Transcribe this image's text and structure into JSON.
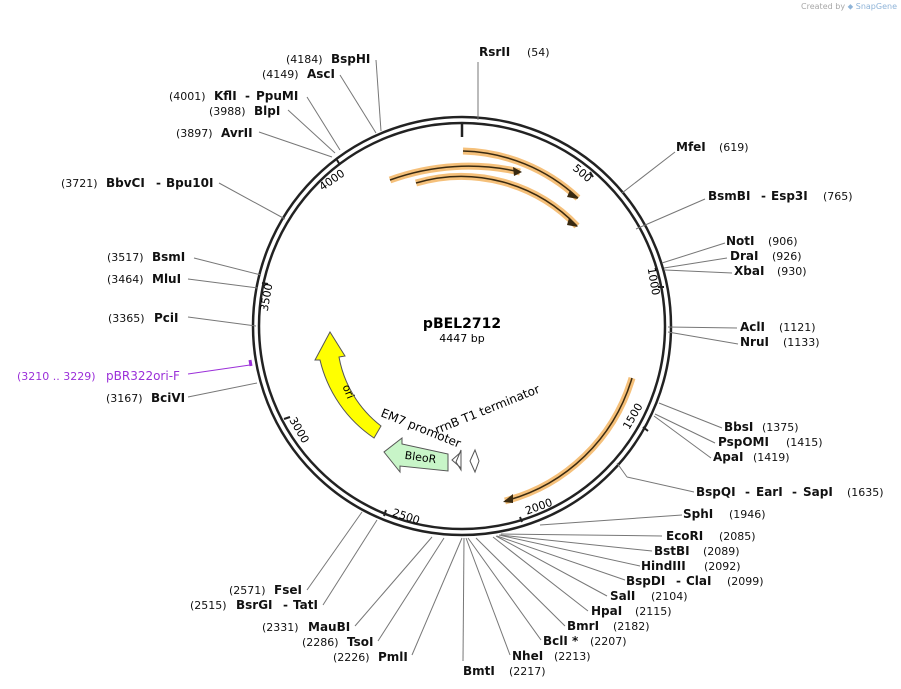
{
  "credit": {
    "prefix": "Created by",
    "brand": "SnapGene"
  },
  "plasmid": {
    "name": "pBEL2712",
    "length_label": "4447 bp",
    "length": 4447
  },
  "tick_labels": [
    "500",
    "1000",
    "1500",
    "2000",
    "2500",
    "3000",
    "3500",
    "4000"
  ],
  "colors": {
    "backbone": "#222222",
    "arrow_orange": "#f5c07a",
    "ori": "#ffff00",
    "bleor": "#c8f5c8",
    "primer": "#9b30d9",
    "text": "#111111"
  },
  "enzymes": [
    {
      "name": "RsrII",
      "pos": "(54)"
    },
    {
      "name": "MfeI",
      "pos": "(619)"
    },
    {
      "name": "BsmBI",
      "alt": "Esp3I",
      "pos": "(765)"
    },
    {
      "name": "NotI",
      "pos": "(906)"
    },
    {
      "name": "DraI",
      "pos": "(926)"
    },
    {
      "name": "XbaI",
      "pos": "(930)"
    },
    {
      "name": "AclI",
      "pos": "(1121)"
    },
    {
      "name": "NruI",
      "pos": "(1133)"
    },
    {
      "name": "BbsI",
      "pos": "(1375)"
    },
    {
      "name": "PspOMI",
      "pos": "(1415)"
    },
    {
      "name": "ApaI",
      "pos": "(1419)"
    },
    {
      "name": "BspQI",
      "alt": "EarI",
      "alt2": "SapI",
      "pos": "(1635)"
    },
    {
      "name": "SphI",
      "pos": "(1946)"
    },
    {
      "name": "EcoRI",
      "pos": "(2085)"
    },
    {
      "name": "BstBI",
      "pos": "(2089)"
    },
    {
      "name": "HindIII",
      "pos": "(2092)"
    },
    {
      "name": "BspDI",
      "alt": "ClaI",
      "pos": "(2099)"
    },
    {
      "name": "SalI",
      "pos": "(2104)"
    },
    {
      "name": "HpaI",
      "pos": "(2115)"
    },
    {
      "name": "BmrI",
      "pos": "(2182)"
    },
    {
      "name": "BclI *",
      "pos": "(2207)"
    },
    {
      "name": "NheI",
      "pos": "(2213)"
    },
    {
      "name": "BmtI",
      "pos": "(2217)"
    },
    {
      "name": "PmlI",
      "pos": "(2226)"
    },
    {
      "name": "TsoI",
      "pos": "(2286)"
    },
    {
      "name": "MauBI",
      "pos": "(2331)"
    },
    {
      "name": "BsrGI",
      "alt": "TatI",
      "pos": "(2515)"
    },
    {
      "name": "FseI",
      "pos": "(2571)"
    },
    {
      "name": "BciVI",
      "pos": "(3167)"
    },
    {
      "name": "PciI",
      "pos": "(3365)"
    },
    {
      "name": "MluI",
      "pos": "(3464)"
    },
    {
      "name": "BsmI",
      "pos": "(3517)"
    },
    {
      "name": "BbvCI",
      "alt": "Bpu10I",
      "pos": "(3721)"
    },
    {
      "name": "AvrII",
      "pos": "(3897)"
    },
    {
      "name": "BlpI",
      "pos": "(3988)"
    },
    {
      "name": "KflI",
      "alt": "PpuMI",
      "pos": "(4001)"
    },
    {
      "name": "AscI",
      "pos": "(4149)"
    },
    {
      "name": "BspHI",
      "pos": "(4184)"
    }
  ],
  "primer": {
    "name": "pBR322ori-F",
    "pos": "(3210 .. 3229)"
  },
  "features": {
    "ori": "ori",
    "bleor": "BleoR",
    "em7": "EM7 promoter",
    "rrnb": "rrnB T1 terminator"
  }
}
